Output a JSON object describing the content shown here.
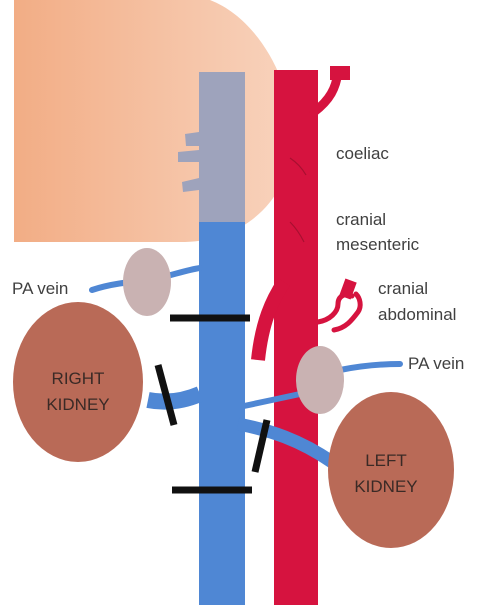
{
  "labels": {
    "coeliac": "coeliac",
    "cranial_mesenteric_1": "cranial",
    "cranial_mesenteric_2": "mesenteric",
    "cranial_abdominal_1": "cranial",
    "cranial_abdominal_2": "abdominal",
    "pa_vein_left_side": "PA vein",
    "pa_vein_right_side": "PA vein",
    "right_kidney_1": "RIGHT",
    "right_kidney_2": "KIDNEY",
    "left_kidney_1": "LEFT",
    "left_kidney_2": "KIDNEY"
  },
  "colors": {
    "liver": "#f2b48e",
    "vena_cava": "#4f87d4",
    "aorta": "#d6133f",
    "kidney": "#b96a57",
    "adrenal": "#c9b2b2",
    "ligature": "#111111",
    "label_text": "#404040"
  }
}
